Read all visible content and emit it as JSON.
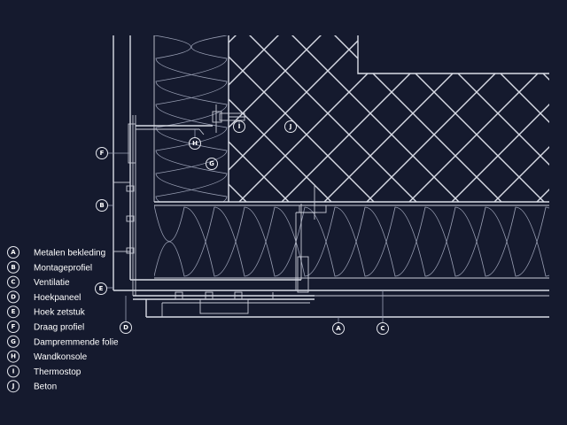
{
  "legend": [
    {
      "letter": "A",
      "label": "Metalen bekleding"
    },
    {
      "letter": "B",
      "label": "Montageprofiel"
    },
    {
      "letter": "C",
      "label": "Ventilatie"
    },
    {
      "letter": "D",
      "label": "Hoekpaneel"
    },
    {
      "letter": "E",
      "label": "Hoek zetstuk"
    },
    {
      "letter": "F",
      "label": "Draag profiel"
    },
    {
      "letter": "G",
      "label": "Dampremmende folie"
    },
    {
      "letter": "H",
      "label": "Wandkonsole"
    },
    {
      "letter": "I",
      "label": "Thermostop"
    },
    {
      "letter": "J",
      "label": "Beton"
    }
  ],
  "colors": {
    "background": "#151a2e",
    "lines": "#d9dce6"
  }
}
